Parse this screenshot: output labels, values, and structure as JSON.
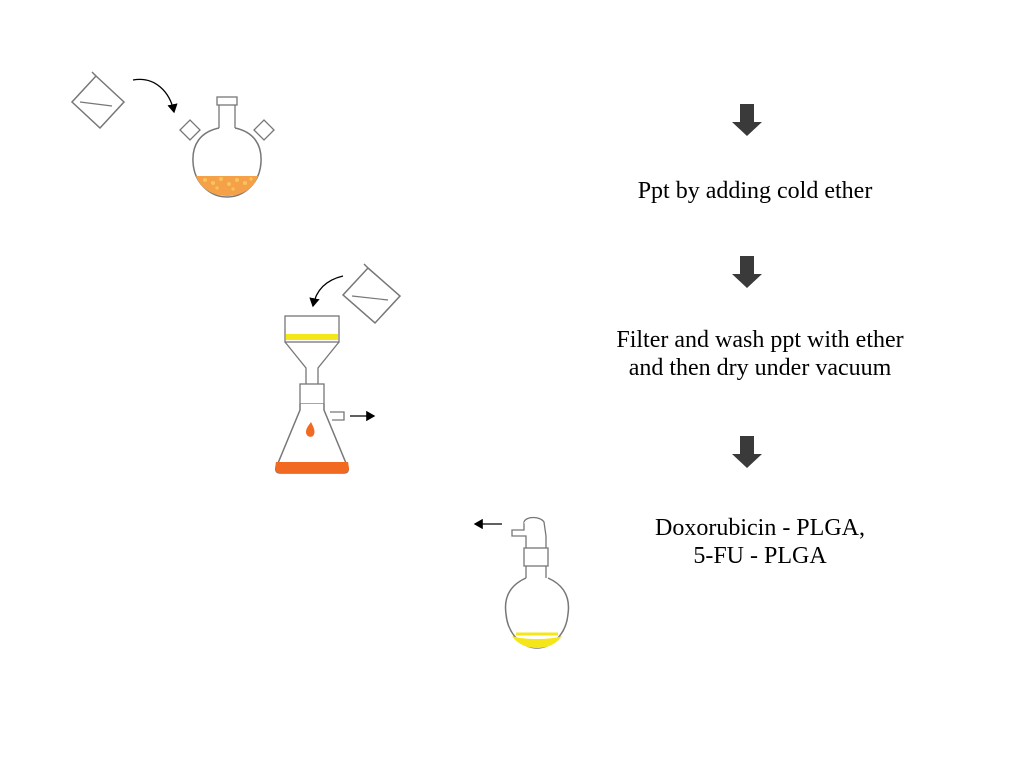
{
  "steps": [
    {
      "lines": [
        "Ppt by adding cold ether"
      ]
    },
    {
      "lines": [
        "Filter and wash ppt with ether",
        "and then dry under vacuum"
      ]
    },
    {
      "lines": [
        "Doxorubicin - PLGA,",
        "5-FU - PLGA"
      ]
    }
  ],
  "colors": {
    "arrow_fill": "#3a3a3a",
    "orange_solution": "#f26a21",
    "orange_precipitate": "#f5a14a",
    "yellow_product": "#f5e61a",
    "glass_outline": "#666666"
  },
  "icons": [
    "beaker-icon",
    "three-neck-flask-icon",
    "buchner-funnel-icon",
    "filter-flask-icon",
    "vacuum-flask-icon",
    "down-arrow-icon",
    "pour-arrow-icon"
  ]
}
